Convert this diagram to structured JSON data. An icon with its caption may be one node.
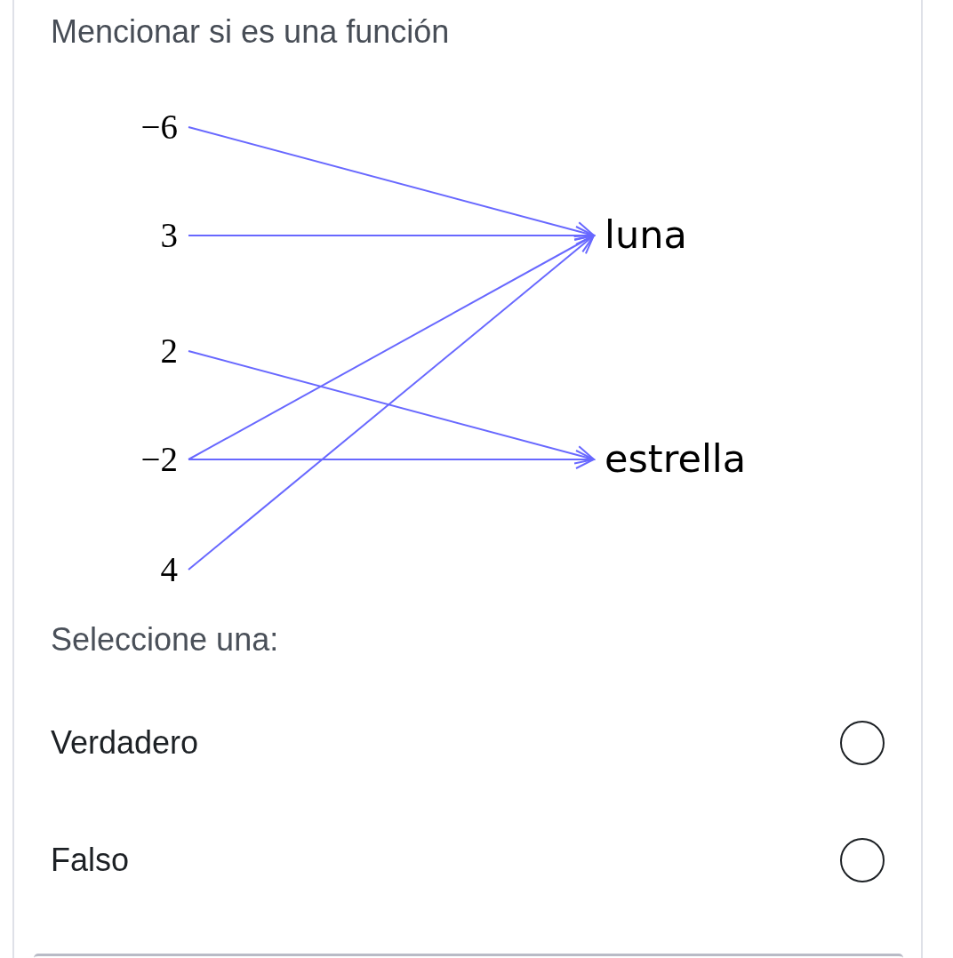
{
  "diagram": {
    "title": "Mencionar si es una función",
    "nodes": [
      {
        "text": [
          "−6"
        ]
      },
      {
        "text": [
          "3"
        ]
      },
      {
        "text": [
          "2"
        ]
      },
      {
        "text": [
          "−2"
        ]
      },
      {
        "text": [
          "4"
        ]
      },
      {
        "text": [
          "luna"
        ]
      },
      {
        "text": [
          "estrella"
        ]
      }
    ],
    "edges": [
      {
        "from": 0,
        "to": 5,
        "arrow": "to"
      },
      {
        "from": 1,
        "to": 5,
        "arrow": "to"
      },
      {
        "from": 2,
        "to": 6,
        "arrow": "to"
      },
      {
        "from": 3,
        "to": 5,
        "arrow": "to"
      },
      {
        "from": 3,
        "to": 6,
        "arrow": "to"
      },
      {
        "from": 4,
        "to": 5,
        "arrow": "to"
      }
    ],
    "labels": [
      "Seleccione una:",
      "Verdadero",
      "Falso"
    ]
  }
}
